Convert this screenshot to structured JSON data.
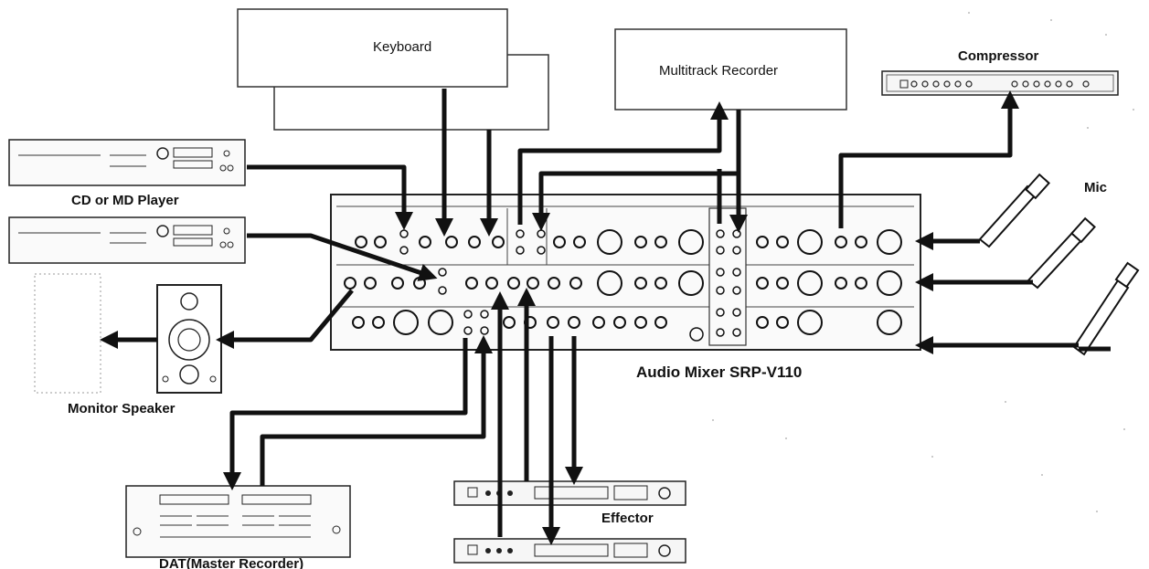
{
  "diagram": {
    "labels": {
      "keyboard": "Keyboard",
      "multitrack": "Multitrack Recorder",
      "compressor": "Compressor",
      "cd_md": "CD or MD Player",
      "mic": "Mic",
      "monitor": "Monitor Speaker",
      "mixer": "Audio Mixer SRP-V110",
      "effector": "Effector",
      "dat": "DAT(Master Recorder)"
    },
    "colors": {
      "cable": "#1a1a1a",
      "line": "#2a2a2a",
      "panel": "#f4f4f4"
    }
  }
}
